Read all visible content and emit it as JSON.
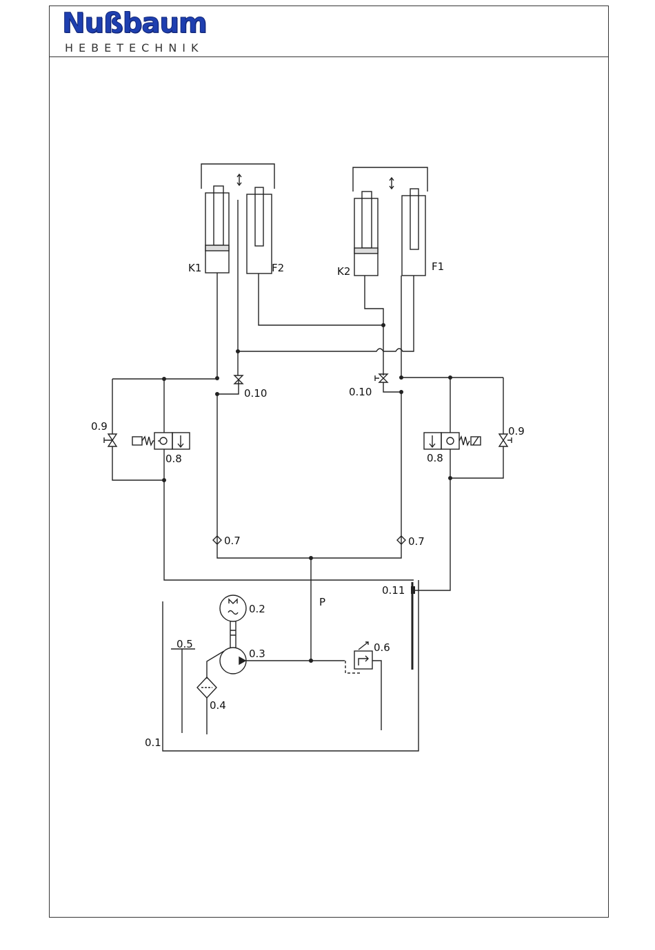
{
  "logo": {
    "wordmark": "Nußbaum",
    "subtitle": "HEBETECHNIK"
  },
  "labels": {
    "k1": "K1",
    "f2": "F2",
    "k2": "K2",
    "f1": "F1",
    "v010_left": "0.10",
    "v010_right": "0.10",
    "v09_left": "0.9",
    "v09_right": "0.9",
    "v08_left": "0.8",
    "v08_right": "0.8",
    "v07_left": "0.7",
    "v07_right": "0.7",
    "p": "P",
    "v011": "0.11",
    "v02": "0.2",
    "v03": "0.3",
    "v04": "0.4",
    "v05": "0.5",
    "v06": "0.6",
    "v01": "0.1"
  },
  "colors": {
    "logo": "#1e3fb0",
    "line": "#222222"
  }
}
